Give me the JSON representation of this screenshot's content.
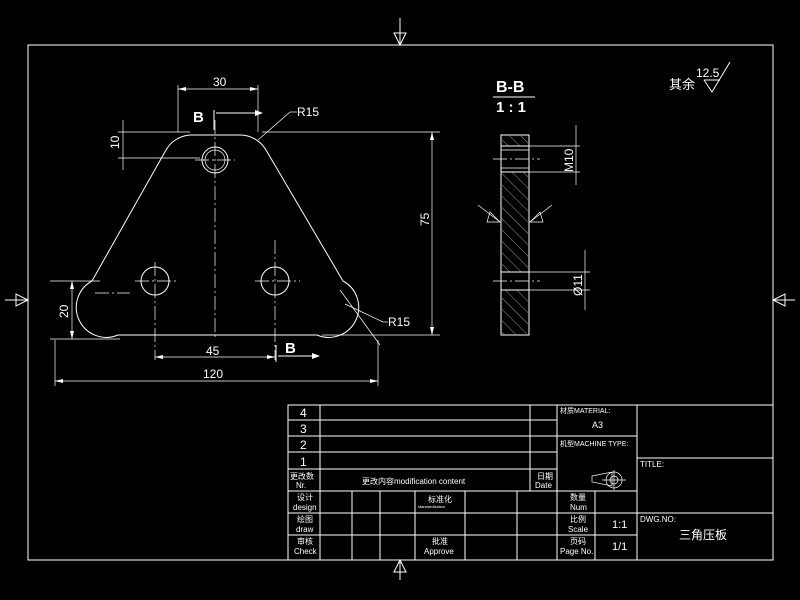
{
  "drawing": {
    "section_label": "B-B",
    "section_scale": "1 : 1",
    "roughness_prefix": "其余",
    "roughness_value": "12.5",
    "section_mark": "B",
    "dims": {
      "d30": "30",
      "d10": "10",
      "d75": "75",
      "d20": "20",
      "d45": "45",
      "d120": "120",
      "r15_top": "R15",
      "r15_bottom": "R15",
      "m10": "M10",
      "phi11": "Ø11"
    }
  },
  "title_block": {
    "rev_numbers": [
      "4",
      "3",
      "2",
      "1"
    ],
    "change_no_cn": "更改数",
    "change_no_en": "Nr.",
    "change_content": "更改内容modification content",
    "date_cn": "日期",
    "date_en": "Date",
    "design_cn": "设计",
    "design_en": "design",
    "draw_cn": "绘图",
    "draw_en": "draw",
    "check_cn": "审核",
    "check_en": "Check",
    "standard_cn": "标准化",
    "standard_en": "standardization",
    "approve_cn": "批准",
    "approve_en": "Approve",
    "material_label": "材质MATERIAL:",
    "material_value": "A3",
    "machine_type_label": "机型MACHINE TYPE:",
    "qty_cn": "数量",
    "qty_en": "Num",
    "scale_cn": "比例",
    "scale_en": "Scale",
    "scale_value": "1:1",
    "page_cn": "页码",
    "page_en": "Page No.",
    "page_value": "1/1",
    "title_label": "TITLE:",
    "dwg_no_label": "DWG.NO:",
    "dwg_name": "三角压板"
  }
}
